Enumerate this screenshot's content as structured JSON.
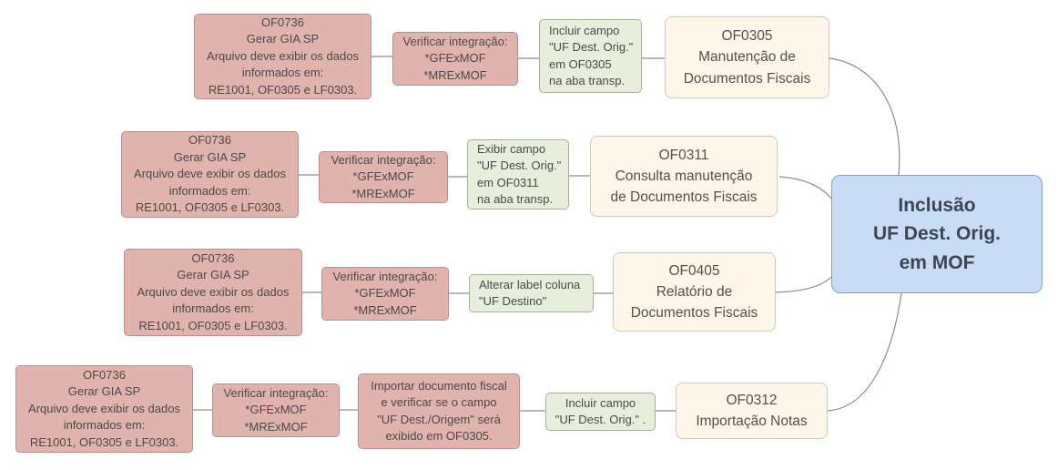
{
  "diagram": {
    "title": "Inclusão UF Dest. Orig. em MOF",
    "colors": {
      "background": "#ffffff",
      "requirement_fill": "#e0b3ad",
      "requirement_border": "#bd8e89",
      "change_fill": "#e7eedb",
      "change_border": "#a9b098",
      "program_fill": "#fdf6e9",
      "program_border": "#cfc9bc",
      "root_fill": "#c8ddf5",
      "root_border": "#7da2cf",
      "connector": "#8d8d8d",
      "text": "#4a4a4a"
    },
    "root_node": {
      "text": "Inclusão\nUF Dest. Orig.\nem MOF"
    },
    "rows": [
      {
        "nodes": [
          {
            "kind": "requirement",
            "text": "OF0736\nGerar GIA SP\nArquivo deve exibir os dados\ninformados em:\nRE1001, OF0305 e LF0303."
          },
          {
            "kind": "requirement",
            "text": "Verificar integração:\n*GFExMOF\n*MRExMOF"
          },
          {
            "kind": "change",
            "text": "Incluir campo\n\"UF Dest. Orig.\"\nem OF0305\nna aba transp."
          },
          {
            "kind": "program",
            "text": "OF0305\nManutenção de\nDocumentos Fiscais"
          }
        ]
      },
      {
        "nodes": [
          {
            "kind": "requirement",
            "text": "OF0736\nGerar GIA SP\nArquivo deve exibir os dados\ninformados em:\nRE1001, OF0305 e LF0303."
          },
          {
            "kind": "requirement",
            "text": "Verificar integração:\n*GFExMOF\n*MRExMOF"
          },
          {
            "kind": "change",
            "text": "Exibir campo\n\"UF Dest. Orig.\"\nem OF0311\nna aba transp."
          },
          {
            "kind": "program",
            "text": "OF0311\nConsulta manutenção\nde Documentos Fiscais"
          }
        ]
      },
      {
        "nodes": [
          {
            "kind": "requirement",
            "text": "OF0736\nGerar GIA SP\nArquivo deve exibir os dados\ninformados em:\nRE1001, OF0305 e LF0303."
          },
          {
            "kind": "requirement",
            "text": "Verificar integração:\n*GFExMOF\n*MRExMOF"
          },
          {
            "kind": "change",
            "text": "Alterar label coluna\n\"UF Destino\""
          },
          {
            "kind": "program",
            "text": "OF0405\nRelatório de\nDocumentos Fiscais"
          }
        ]
      },
      {
        "nodes": [
          {
            "kind": "requirement",
            "text": "OF0736\nGerar GIA SP\nArquivo deve exibir os dados\ninformados em:\nRE1001, OF0305 e LF0303."
          },
          {
            "kind": "requirement",
            "text": "Verificar integração:\n*GFExMOF\n*MRExMOF"
          },
          {
            "kind": "requirement",
            "text": "Importar documento fiscal\ne verificar se o campo\n\"UF Dest./Origem\" será\nexibido em OF0305."
          },
          {
            "kind": "change",
            "text": "Incluir campo\n\"UF Dest. Orig.\" ."
          },
          {
            "kind": "program",
            "text": "OF0312\nImportação Notas"
          }
        ]
      }
    ]
  }
}
